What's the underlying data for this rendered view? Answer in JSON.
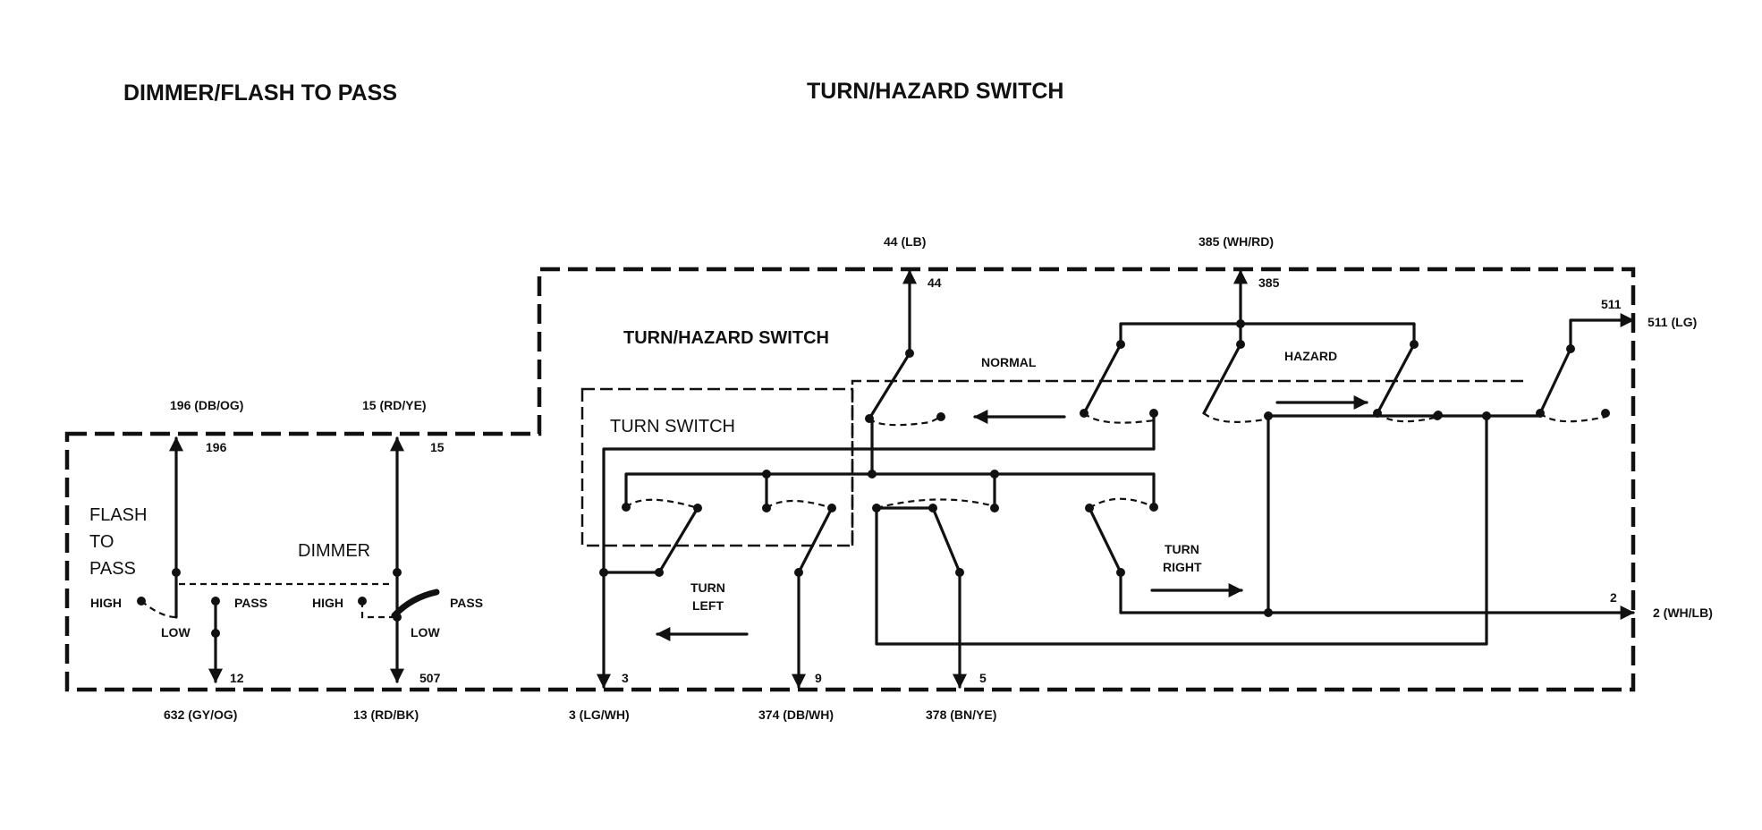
{
  "titles": {
    "left": "DIMMER/FLASH TO PASS",
    "right": "TURN/HAZARD SWITCH"
  },
  "wires": {
    "w196": {
      "top": "196 (DB/OG)",
      "pin": "196"
    },
    "w15": {
      "top": "15 (RD/YE)",
      "pin": "15"
    },
    "w632": {
      "bottom": "632 (GY/OG)",
      "pin": "12"
    },
    "w13": {
      "bottom": "13 (RD/BK)",
      "pin": "507"
    },
    "w44": {
      "top": "44 (LB)",
      "pin": "44"
    },
    "w385": {
      "top": "385 (WH/RD)",
      "pin": "385"
    },
    "w511": {
      "right": "511 (LG)",
      "pin": "511"
    },
    "w2": {
      "right": "2 (WH/LB)",
      "pin": "2"
    },
    "w3": {
      "bottom": "3 (LG/WH)",
      "pin": "3"
    },
    "w374": {
      "bottom": "374 (DB/WH)",
      "pin": "9"
    },
    "w378": {
      "bottom": "378 (BN/YE)",
      "pin": "5"
    }
  },
  "labels": {
    "flash_line1": "FLASH",
    "flash_line2": "TO",
    "flash_line3": "PASS",
    "dimmer": "DIMMER",
    "high_left": "HIGH",
    "low_left": "LOW",
    "pass_left": "PASS",
    "high_right": "HIGH",
    "pass_right": "PASS",
    "low_right": "LOW",
    "turn_hazard_switch": "TURN/HAZARD SWITCH",
    "turn_switch": "TURN SWITCH",
    "normal": "NORMAL",
    "hazard": "HAZARD",
    "turn_left_1": "TURN",
    "turn_left_2": "LEFT",
    "turn_right_1": "TURN",
    "turn_right_2": "RIGHT"
  }
}
